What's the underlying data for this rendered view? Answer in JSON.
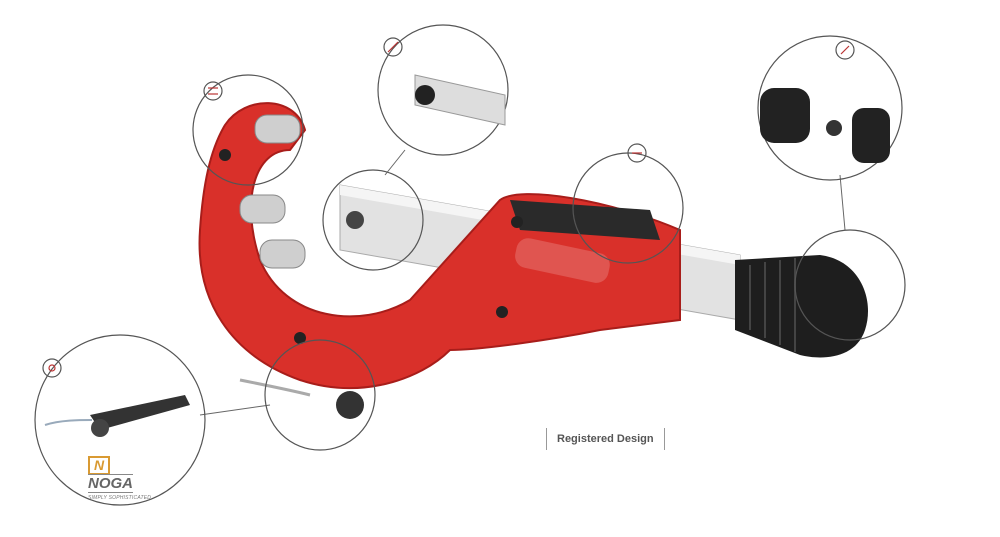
{
  "label": {
    "registered_design": "Registered Design"
  },
  "logo": {
    "mark": "N",
    "name": "NOGA",
    "tagline": "SIMPLY SOPHISTICATED"
  },
  "colors": {
    "body_red": "#d9302a",
    "dark_red": "#a81d1a",
    "steel": "#d8d8d8",
    "knob": "#1e1e1e",
    "callout_line": "#555555"
  }
}
